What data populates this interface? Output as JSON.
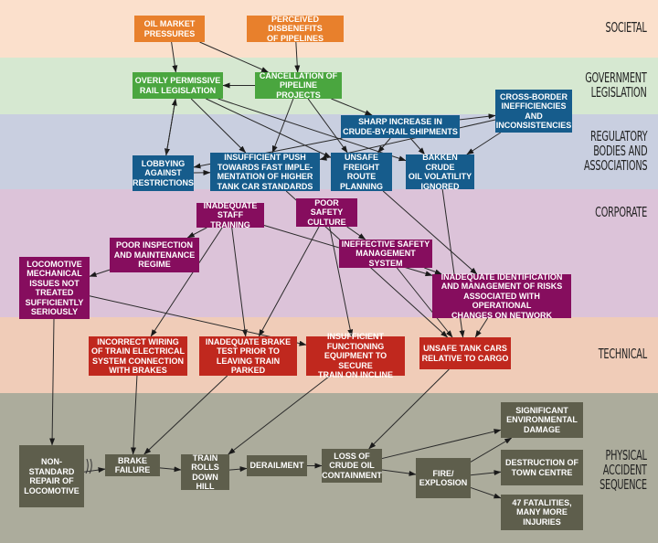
{
  "title": "Lac-Mégantic accident causal diagram",
  "bands": {
    "societal": "SOCIETAL",
    "government": "GOVERNMENT\nLEGISLATION",
    "regulatory": "REGULATORY\nBODIES AND\nASSOCIATIONS",
    "corporate": "CORPORATE",
    "technical": "TECHNICAL",
    "physical": "PHYSICAL\nACCIDENT\nSEQUENCE"
  },
  "colors": {
    "societal": "#e8802c",
    "government": "#4aa63f",
    "regulatory": "#165c8c",
    "corporate": "#860d5e",
    "technical": "#c0281e",
    "physical": "#5e5e4c"
  },
  "nodes": {
    "oil_market": "OIL MARKET\nPRESSURES",
    "pipeline_disbenefits": "PERCEIVED DISBENEFITS\nOF PIPELINES",
    "permissive_rail": "OVERLY PERMISSIVE\nRAIL LEGISLATION",
    "pipeline_cancel": "CANCELLATION OF\nPIPELINE PROJECTS",
    "sharp_increase": "SHARP INCREASE IN\nCRUDE-BY-RAIL SHIPMENTS",
    "cross_border": "CROSS-BORDER\nINEFFICIENCIES\nAND\nINCONSISTENCIES",
    "lobbying": "LOBBYING\nAGAINST\nRESTRICTIONS",
    "insufficient_push": "INSUFFICIENT PUSH\nTOWARDS FAST IMPLE-\nMENTATION OF HIGHER\nTANK CAR STANDARDS",
    "unsafe_route": "UNSAFE\nFREIGHT\nROUTE\nPLANNING",
    "bakken": "BAKKEN CRUDE\nOIL VOLATILITY\nIGNORED",
    "staff_training": "INADEQUATE\nSTAFF TRAINING",
    "safety_culture": "POOR SAFETY\nCULTURE",
    "poor_inspection": "POOR INSPECTION\nAND MAINTENANCE\nREGIME",
    "ineffective_sms": "INEFFECTIVE SAFETY\nMANAGEMENT\nSYSTEM",
    "loco_issues": "LOCOMOTIVE\nMECHANICAL\nISSUES NOT\nTREATED\nSUFFICIENTLY\nSERIOUSLY",
    "risk_mgmt": "INADEQUATE IDENTIFICATION\nAND MANAGEMENT OF RISKS\nASSOCIATED WITH OPERATIONAL\nCHANGES ON NETWORK",
    "wiring": "INCORRECT WIRING\nOF TRAIN ELECTRICAL\nSYSTEM CONNECTION\nWITH BRAKES",
    "brake_test": "INADEQUATE BRAKE\nTEST PRIOR TO\nLEAVING TRAIN PARKED",
    "securing_equipment": "INSUFFICIENT\nFUNCTIONING\nEQUIPMENT TO SECURE\nTRAIN ON INCLINE",
    "tank_cars": "UNSAFE TANK CARS\nRELATIVE TO CARGO",
    "nonstandard_repair": "NON-\nSTANDARD\nREPAIR OF\nLOCOMOTIVE",
    "brake_failure": "BRAKE\nFAILURE",
    "train_rolls": "TRAIN\nROLLS\nDOWN HILL",
    "derailment": "DERAILMENT",
    "loss_containment": "LOSS OF\nCRUDE OIL\nCONTAINMENT",
    "fire": "FIRE/\nEXPLOSION",
    "env_damage": "SIGNIFICANT\nENVIRONMENTAL\nDAMAGE",
    "town_centre": "DESTRUCTION OF\nTOWN CENTRE",
    "fatalities": "47 FATALITIES,\nMANY MORE\nINJURIES"
  },
  "edges": [
    [
      "oil_market",
      "permissive_rail"
    ],
    [
      "oil_market",
      "pipeline_cancel"
    ],
    [
      "pipeline_disbenefits",
      "pipeline_cancel"
    ],
    [
      "pipeline_cancel",
      "permissive_rail"
    ],
    [
      "pipeline_cancel",
      "sharp_increase"
    ],
    [
      "pipeline_cancel",
      "insufficient_push"
    ],
    [
      "pipeline_cancel",
      "unsafe_route"
    ],
    [
      "permissive_rail",
      "lobbying"
    ],
    [
      "lobbying",
      "permissive_rail"
    ],
    [
      "permissive_rail",
      "insufficient_push"
    ],
    [
      "permissive_rail",
      "unsafe_route"
    ],
    [
      "permissive_rail",
      "bakken"
    ],
    [
      "lobbying",
      "insufficient_push"
    ],
    [
      "sharp_increase",
      "cross_border"
    ],
    [
      "sharp_increase",
      "unsafe_route"
    ],
    [
      "sharp_increase",
      "bakken"
    ],
    [
      "sharp_increase",
      "lobbying"
    ],
    [
      "cross_border",
      "insufficient_push"
    ],
    [
      "cross_border",
      "bakken"
    ],
    [
      "staff_training",
      "poor_inspection"
    ],
    [
      "staff_training",
      "wiring"
    ],
    [
      "staff_training",
      "brake_test"
    ],
    [
      "staff_training",
      "risk_mgmt"
    ],
    [
      "poor_inspection",
      "loco_issues"
    ],
    [
      "safety_culture",
      "ineffective_sms"
    ],
    [
      "safety_culture",
      "brake_test"
    ],
    [
      "safety_culture",
      "securing_equipment"
    ],
    [
      "ineffective_sms",
      "risk_mgmt"
    ],
    [
      "ineffective_sms",
      "tank_cars"
    ],
    [
      "insufficient_push",
      "tank_cars"
    ],
    [
      "unsafe_route",
      "risk_mgmt"
    ],
    [
      "bakken",
      "tank_cars"
    ],
    [
      "risk_mgmt",
      "tank_cars"
    ],
    [
      "loco_issues",
      "securing_equipment"
    ],
    [
      "loco_issues",
      "nonstandard_repair"
    ],
    [
      "wiring",
      "brake_failure"
    ],
    [
      "brake_test",
      "brake_failure"
    ],
    [
      "securing_equipment",
      "train_rolls"
    ],
    [
      "tank_cars",
      "loss_containment"
    ],
    [
      "nonstandard_repair",
      "brake_failure"
    ],
    [
      "brake_failure",
      "train_rolls"
    ],
    [
      "train_rolls",
      "derailment"
    ],
    [
      "derailment",
      "loss_containment"
    ],
    [
      "loss_containment",
      "fire"
    ],
    [
      "loss_containment",
      "env_damage"
    ],
    [
      "fire",
      "env_damage"
    ],
    [
      "fire",
      "town_centre"
    ],
    [
      "fire",
      "fatalities"
    ]
  ]
}
